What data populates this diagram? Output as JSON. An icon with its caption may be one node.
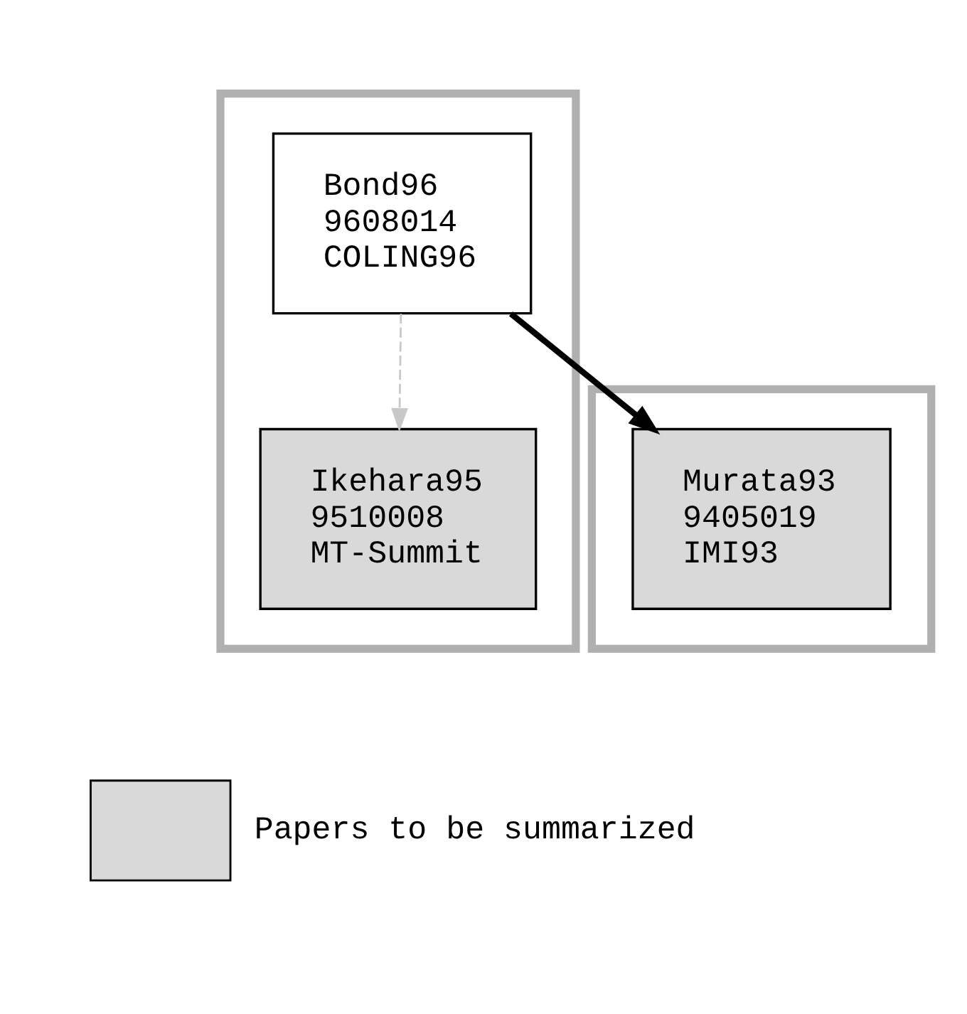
{
  "diagram": {
    "nodes": [
      {
        "text": [],
        "shape": "box"
      },
      {
        "text": [],
        "shape": "box"
      },
      {
        "text": [
          "Bond96",
          "9608014",
          "COLING96"
        ],
        "in": 1
      },
      {
        "text": [
          "Murata93",
          "9405019",
          "IMI93"
        ],
        "in": 0
      },
      {
        "text": [
          "Ikehara95",
          "9510008",
          "MT-Summit"
        ],
        "in": 1
      }
    ],
    "edges": [
      {
        "from": 2,
        "to": 3,
        "arrow": "to",
        "style": "thick"
      },
      {
        "from": 2,
        "to": 4,
        "arrow": "to",
        "style": "dashed",
        "color": "#c8c8c8"
      }
    ],
    "legend": [
      {
        "text": "Papers to be summarized",
        "color": "#d9d9d9"
      }
    ]
  }
}
